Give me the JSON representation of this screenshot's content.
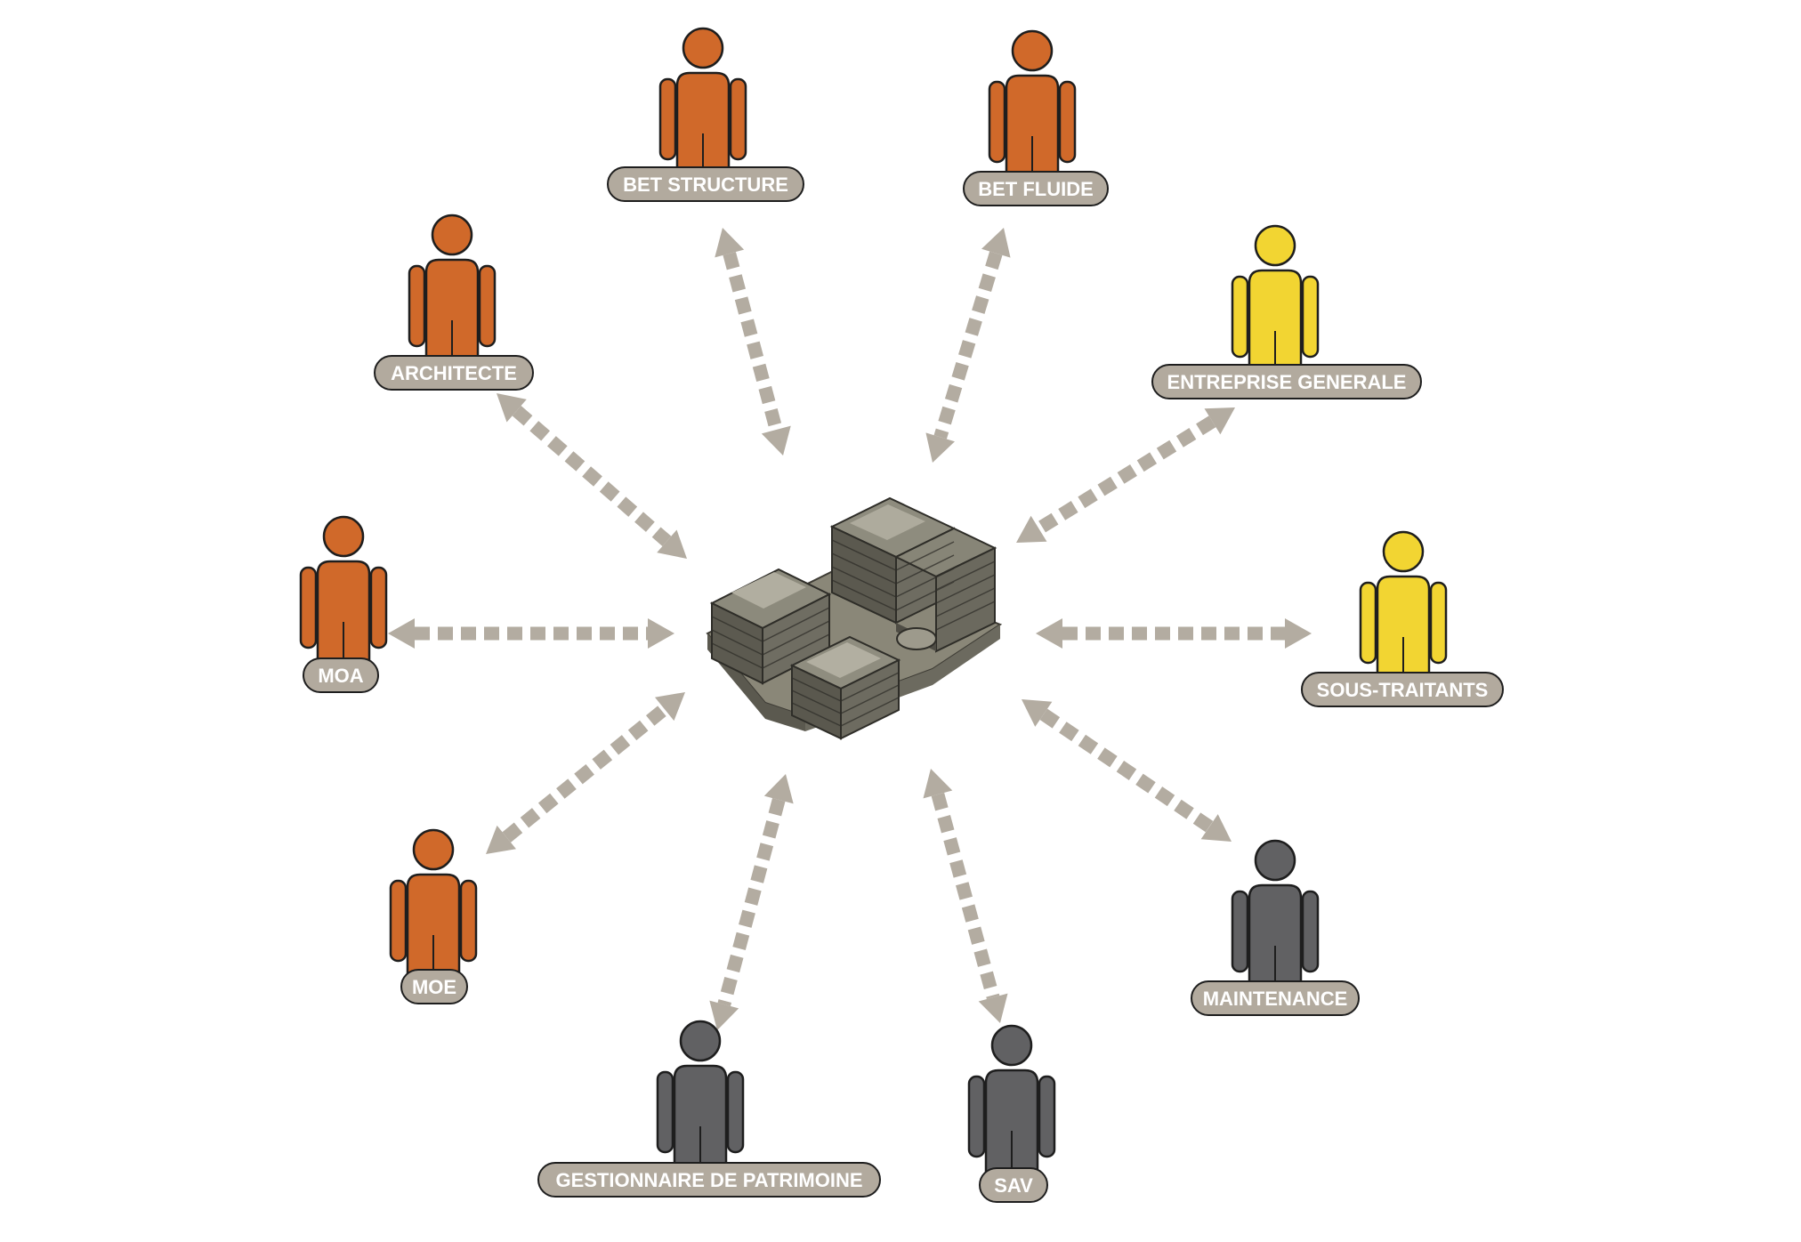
{
  "colors": {
    "orange": "#d0692a",
    "yellow": "#f2d532",
    "grey": "#616163",
    "label_bg": "#b2aa9e",
    "arrow": "#b3aca1",
    "outline": "#1e1e1e"
  },
  "center": {
    "name": "building-model"
  },
  "stakeholders": [
    {
      "id": "bet-structure",
      "label": "BET STRUCTURE",
      "color": "orange"
    },
    {
      "id": "bet-fluide",
      "label": "BET FLUIDE",
      "color": "orange"
    },
    {
      "id": "architecte",
      "label": "ARCHITECTE",
      "color": "orange"
    },
    {
      "id": "entreprise-generale",
      "label": "ENTREPRISE GENERALE",
      "color": "yellow"
    },
    {
      "id": "moa",
      "label": "MOA",
      "color": "orange"
    },
    {
      "id": "sous-traitants",
      "label": "SOUS-TRAITANTS",
      "color": "yellow"
    },
    {
      "id": "moe",
      "label": "MOE",
      "color": "orange"
    },
    {
      "id": "maintenance",
      "label": "MAINTENANCE",
      "color": "grey"
    },
    {
      "id": "gestionnaire-de-patrimoine",
      "label": "GESTIONNAIRE DE PATRIMOINE",
      "color": "grey"
    },
    {
      "id": "sav",
      "label": "SAV",
      "color": "grey"
    }
  ]
}
